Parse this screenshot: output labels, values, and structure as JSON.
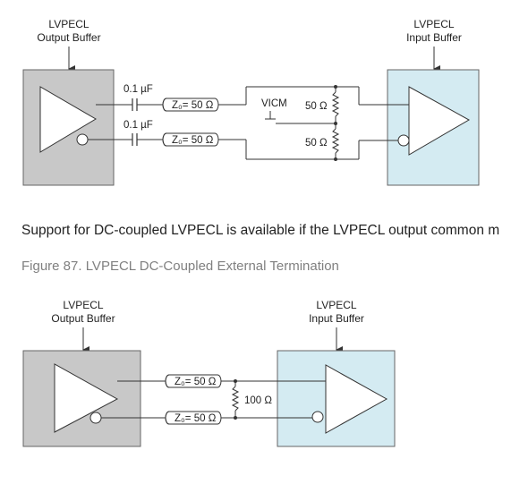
{
  "diagram1": {
    "output_buffer_label": [
      "LVPECL",
      "Output Buffer"
    ],
    "input_buffer_label": [
      "LVPECL",
      "Input Buffer"
    ],
    "cap_top": "0.1 µF",
    "cap_bottom": "0.1 µF",
    "tline_top": "Z₀= 50 Ω",
    "tline_bottom": "Z₀= 50 Ω",
    "vcm_label": "VICM",
    "res_top": "50 Ω",
    "res_bottom": "50 Ω"
  },
  "paragraph": "Support for DC-coupled LVPECL is available if the LVPECL output common m",
  "figure_caption": "Figure 87. LVPECL DC-Coupled External Termination",
  "diagram2": {
    "output_buffer_label": [
      "LVPECL",
      "Output Buffer"
    ],
    "input_buffer_label": [
      "LVPECL",
      "Input Buffer"
    ],
    "tline_top": "Z₀= 50 Ω",
    "tline_bottom": "Z₀= 50 Ω",
    "res_label": "100 Ω"
  },
  "colors": {
    "output_buffer_fill": "#c8c8c8",
    "input_buffer_fill": "#d4ebf2",
    "caption": "#808080"
  }
}
